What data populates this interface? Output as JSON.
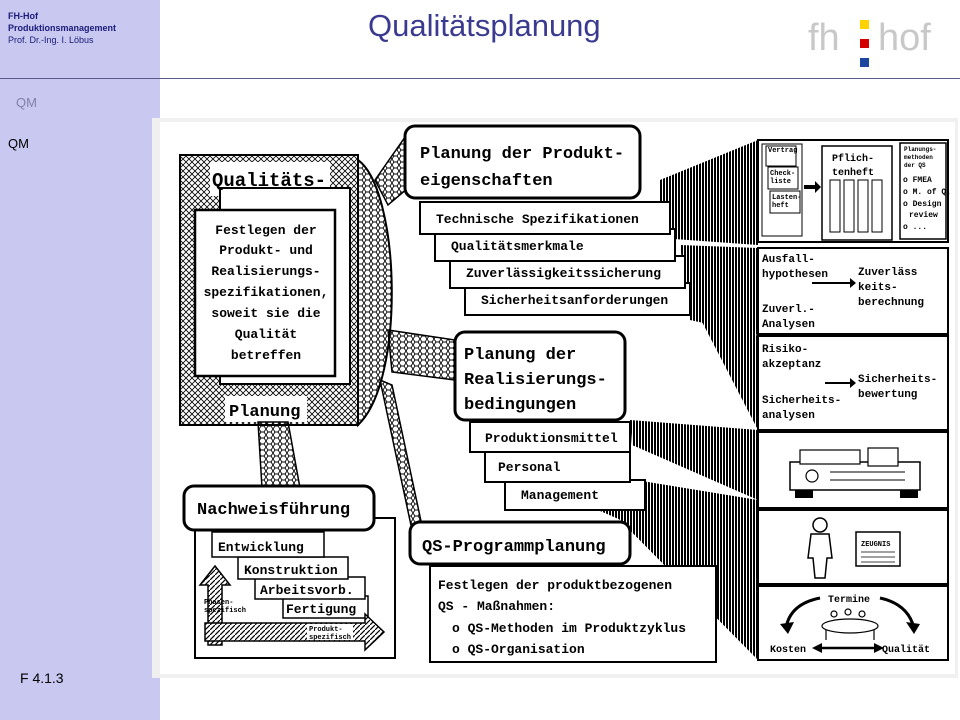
{
  "sidebar": {
    "org": "FH-Hof",
    "course": "Produktionsmanagement",
    "author": "Prof. Dr.-Ing. I. Löbus",
    "nav_inactive": "QM",
    "nav_active": "QM",
    "slide_code": "F 4.1.3"
  },
  "header": {
    "title": "Qualitätsplanung",
    "logo": {
      "left": "fh",
      "right": "hof",
      "colors": [
        "#ffd200",
        "#d40000",
        "#1e46a0"
      ]
    }
  },
  "diagram": {
    "qp_top": "Qualitäts-",
    "qp_bottom": "Planung",
    "qp_center": [
      "Festlegen der",
      "Produkt- und",
      "Realisierungs-",
      "spezifikationen,",
      "soweit sie die",
      "Qualität",
      "betreffen"
    ],
    "nachweis_title": "Nachweisführung",
    "nachweis_stages": [
      "Entwicklung",
      "Konstruktion",
      "Arbeitsvorb.",
      "Fertigung"
    ],
    "phasen_label": [
      "Phasen-",
      "spezifisch"
    ],
    "produkt_label": [
      "Produkt-",
      "spezifisch"
    ],
    "pe_title": [
      "Planung der Produkt-",
      "eigenschaften"
    ],
    "pe_items": [
      "Technische Spezifikationen",
      "Qualitätsmerkmale",
      "Zuverlässigkeitssicherung",
      "Sicherheitsanforderungen"
    ],
    "rb_title": [
      "Planung der",
      "Realisierungs-",
      "bedingungen"
    ],
    "rb_items": [
      "Produktionsmittel",
      "Personal",
      "Management"
    ],
    "qs_title": "QS-Programmplanung",
    "qs_text": [
      "Festlegen der produktbezogenen",
      "QS - Maßnahmen:",
      "o QS-Methoden im Produktzyklus",
      "o QS-Organisation"
    ],
    "panel_docs": {
      "vertrag": "Vertrag",
      "checkliste": [
        "Check-",
        "liste"
      ],
      "lastenheft": [
        "Lasten-",
        "heft"
      ],
      "pflichtenheft": [
        "Pflich-",
        "tenheft"
      ],
      "methoden_head": [
        "Planungs-",
        "methoden",
        "der QS"
      ],
      "methoden_items": [
        "o FMEA",
        "o M. of Q.",
        "o Design",
        "review",
        "o ..."
      ]
    },
    "panel_zuv": [
      "Ausfall-",
      "hypothesen",
      "Zuverläss",
      "keits-",
      "berechnung",
      "Zuverl.-",
      "Analysen"
    ],
    "panel_sich": [
      "Risiko-",
      "akzeptanz",
      "Sicherheits-",
      "bewertung",
      "Sicherheits-",
      "analysen"
    ],
    "zeugnis": "ZEUGNIS",
    "triangle": {
      "top": "Termine",
      "left": "Kosten",
      "right": "Qualität"
    }
  }
}
